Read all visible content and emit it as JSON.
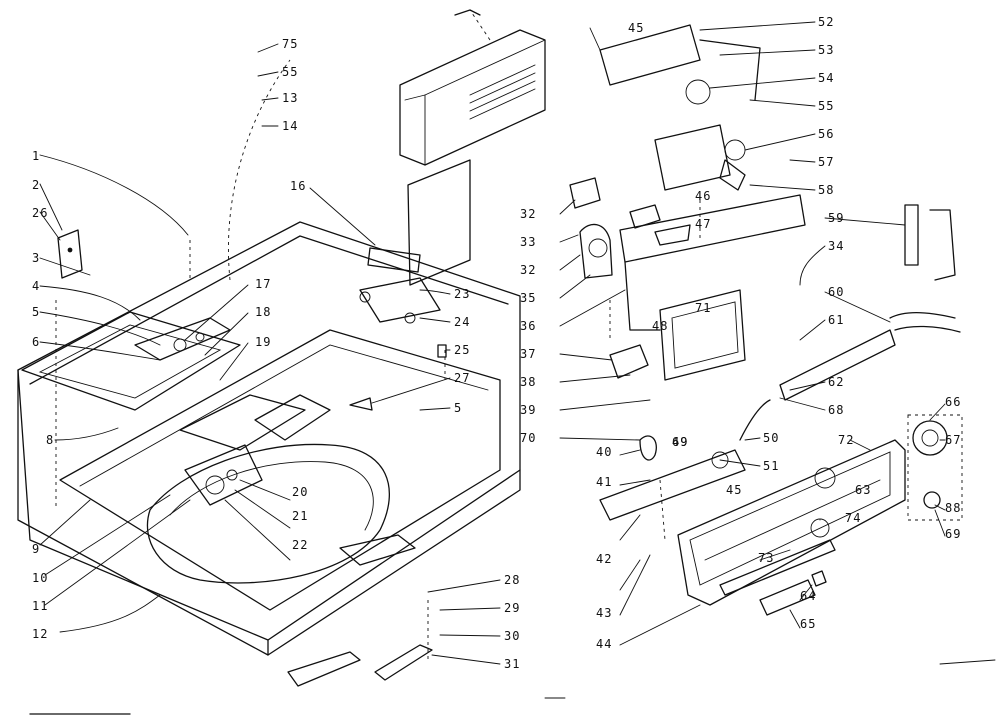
{
  "callouts": [
    "1",
    "2",
    "26",
    "3",
    "4",
    "5",
    "6",
    "8",
    "9",
    "10",
    "11",
    "12",
    "75",
    "55",
    "13",
    "14",
    "16",
    "17",
    "18",
    "19",
    "23",
    "24",
    "25",
    "27",
    "5",
    "20",
    "21",
    "22",
    "28",
    "29",
    "30",
    "31",
    "45",
    "52",
    "53",
    "54",
    "55",
    "56",
    "57",
    "58",
    "59",
    "34",
    "60",
    "61",
    "62",
    "32",
    "33",
    "32",
    "35",
    "36",
    "37",
    "38",
    "39",
    "70",
    "46",
    "47",
    "49",
    "48",
    "71",
    "68",
    "50",
    "72",
    "66",
    "67",
    "40",
    "69",
    "51",
    "41",
    "45",
    "63",
    "74",
    "88",
    "69",
    "42",
    "73",
    "64",
    "65",
    "43",
    "44"
  ]
}
